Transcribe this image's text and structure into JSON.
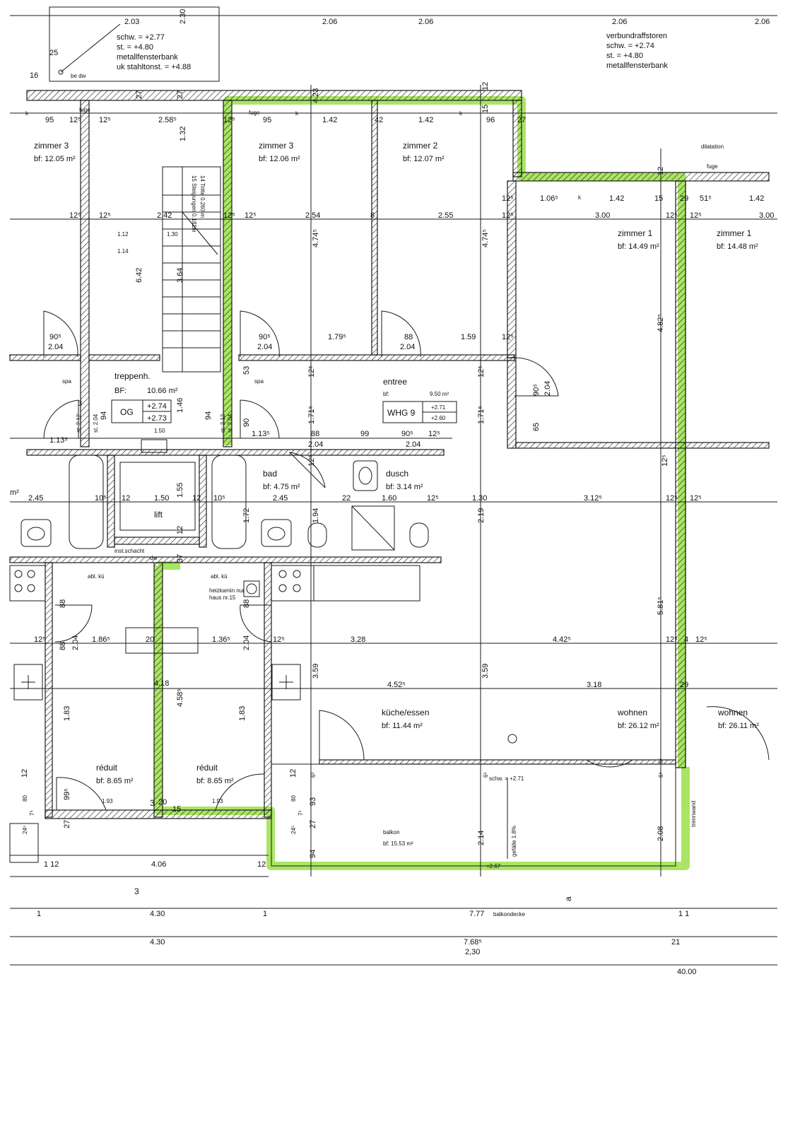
{
  "colors": {
    "ink": "#1a1a1a",
    "highlight": "#9be04a",
    "paper": "#ffffff"
  },
  "top_note_left": {
    "dim_a": "2.03",
    "line1": "schw. = +2.77",
    "line2": "st.      = +4.80",
    "line3": "metallfensterbank",
    "line4": "uk stahltonst. = +4.88",
    "dim_25": "25",
    "dim_16": "16",
    "bedw": "be dw"
  },
  "top_note_right": {
    "dim": "2.06",
    "line1": "verbundraffstoren",
    "line2": "schw. = +2.74",
    "line3": "st.      = +4.80",
    "line4": "metallfensterbank"
  },
  "top_dims": {
    "d206a": "2.06",
    "d206b": "2.06",
    "d206c": "2.06",
    "d230": "2.30",
    "d27a": "27",
    "d27b": "27",
    "d423": "4.23",
    "d12a": "12",
    "d15": "15",
    "d12b": "12"
  },
  "row_dims": {
    "k1": "k",
    "d95a": "95",
    "d125a": "12⁵",
    "d125b": "12⁵",
    "d258": "2.58⁵",
    "d125c": "12⁵",
    "d95b": "95",
    "k2": "k",
    "d142a": "1.42",
    "d42": "42",
    "d142b": "1.42",
    "k3": "k",
    "d96": "96",
    "d27c": "27",
    "fuge1": "fuge",
    "fuge2": "fuge",
    "d132": "1.32",
    "dilatation": "dilatation",
    "fuge3": "fuge"
  },
  "rooms": {
    "zimmer3_left": {
      "name": "zimmer 3",
      "area": "bf: 12.05 m²"
    },
    "zimmer3": {
      "name": "zimmer 3",
      "area": "bf: 12.06 m²"
    },
    "zimmer2": {
      "name": "zimmer 2",
      "area": "bf: 12.07 m²"
    },
    "zimmer1": {
      "name": "zimmer 1",
      "area": "bf: 14.49 m²"
    },
    "zimmer1_right": {
      "name": "zimmer 1",
      "area": "bf: 14.48 m²"
    },
    "treppenh": {
      "name": "treppenh.",
      "area_label": "BF:",
      "area": "10.66 m²",
      "og": "OG",
      "lvl1": "+2.74",
      "lvl2": "+2.73"
    },
    "entree": {
      "name": "entree",
      "area_label": "bf:",
      "area": "9.50 m²",
      "whg": "WHG 9",
      "lvl1": "+2.71",
      "lvl2": "+2.60"
    },
    "bad": {
      "name": "bad",
      "area": "bf: 4.75 m²"
    },
    "dusch": {
      "name": "dusch",
      "area": "bf: 3.14 m²"
    },
    "lift": {
      "name": "lift"
    },
    "inst": {
      "name": "inst.schacht"
    },
    "kueche": {
      "name": "küche/essen",
      "area": "bf:  11.44 m²"
    },
    "wohnen": {
      "name": "wohnen",
      "area": "bf: 26.12 m²"
    },
    "wohnen_right": {
      "name": "wohnen",
      "area": "bf: 26.11 m²"
    },
    "reduit_left": {
      "name": "réduit",
      "area": "bf: 8.65 m²"
    },
    "reduit": {
      "name": "réduit",
      "area": "bf: 8.65 m²"
    },
    "balkon": {
      "name": "balkon",
      "area": "bf: 15.53 m²"
    }
  },
  "dims_mid": {
    "d125_1": "12⁵",
    "d125_2": "12⁵",
    "d242": "2.42",
    "d125_3": "12⁵",
    "d125_4": "12⁵",
    "d254": "2.54",
    "d8": "8",
    "d255": "2.55",
    "d125_5": "12⁵",
    "d106": "1.06⁵",
    "k4": "k",
    "d142c": "1.42",
    "d15b": "15",
    "d29": "29",
    "d515": "51⁵",
    "d142d": "1.42",
    "d125_6": "12⁵",
    "d300": "3.00",
    "d125_7": "12⁵",
    "d125_8": "12⁵",
    "d300b": "3.00",
    "d125_r": "12⁵",
    "d125_s": "12⁵",
    "d474a": "4.74⁵",
    "d474b": "4.74⁵",
    "d642": "6.42",
    "d364": "3.64",
    "d482": "4.82⁵",
    "d112": "1.12",
    "d114": "1.14",
    "d130": "1.30",
    "stairs_a": "15 Steigungen 0.181m",
    "stairs_b": "14 Tritte 0.260 m",
    "d905a": "90⁵",
    "d204a": "2.04",
    "d905b": "90⁵",
    "d204b": "2.04",
    "d1795": "1.79⁵",
    "d88a": "88",
    "d204c": "2.04",
    "d159": "1.59",
    "d125_9": "12⁵",
    "d905c": "90⁵",
    "d204d": "2.04",
    "d65": "65",
    "d125_10": "12⁵",
    "d125_11": "12⁵",
    "d171a": "1.71⁵",
    "d171b": "1.71⁵",
    "d1135a": "1.13⁵",
    "d1135b": "1.13⁵",
    "d88b": "88",
    "d204e": "2.04",
    "d99": "99",
    "d905d": "90⁵",
    "d204f": "2.04",
    "d125_12": "12⁵",
    "st212a": "st. 2.12",
    "st204a": "st. 2.04",
    "st212b": "st. 2.12",
    "st204b": "st. 2.04",
    "d3": "3",
    "d94a": "94",
    "d94b": "94",
    "d90": "90",
    "d146": "1.46",
    "d53": "53",
    "d150": "1.50",
    "spa1": "spa",
    "spa2": "spa"
  },
  "dims_wet": {
    "m2": "m²",
    "d245a": "2.45",
    "d105a": "10⁵",
    "d12c": "12",
    "d150b": "1.50",
    "d155": "1.55",
    "d12d": "12",
    "d105b": "10⁵",
    "d245b": "2.45",
    "d22": "22",
    "d160": "1.60",
    "d125_13": "12⁵",
    "d130b": "1.30",
    "d3125": "3.12⁵",
    "d125_14": "12⁵",
    "d125_15": "12⁵",
    "d172": "1.72",
    "d194": "1.94",
    "d219": "2.19",
    "d12e": "12",
    "d37": "37",
    "abl1": "abl. kü",
    "abl2": "abl. kü",
    "heiz1": "heizkamin nur",
    "heiz2": "haus nr.15",
    "dw": "dw"
  },
  "dims_low": {
    "d88c": "88",
    "d88d": "88",
    "d125_16": "12⁵",
    "d88e": "88",
    "d204g": "2.04",
    "d186": "1.86⁵",
    "d20": "20",
    "d136": "1.36⁵",
    "d204h": "2.04",
    "d125_17": "12⁵",
    "d328": "3.28",
    "d4425": "4.42⁵",
    "d125_18": "12⁵",
    "d4": "4",
    "d125_19": "12⁵",
    "d359a": "3.59",
    "d359b": "3.59",
    "d4525": "4.52⁵",
    "d318": "3.18",
    "d29b": "29",
    "d581": "5.81⁵",
    "d418": "4.18",
    "d458": "4.58⁵",
    "d183a": "1.83",
    "d183b": "1.83",
    "d995": "99⁵",
    "d193a": "1.93",
    "d193b": "1.93",
    "d15c": "15",
    "d20b": "20",
    "d65b": "6⁵",
    "d65c": "6⁵",
    "d65d": "6⁵",
    "d65e": "6⁵",
    "d80a": "80",
    "d80b": "80",
    "d93": "93",
    "d27d": "27",
    "d27e": "27",
    "d94c": "94",
    "d214": "2.14",
    "d208": "2.08",
    "d245c": "24⁵",
    "d245d": "24⁵",
    "d75a": "7⁵",
    "d75b": "7⁵",
    "d12f": "12",
    "d12g": "12",
    "schw": "schw. = +2.71",
    "gefaelle": "gefälle 1.8%",
    "lvl267": "+2.67",
    "trennwand": "trennwand",
    "sec3a": "3",
    "sec3b": "3",
    "seca": "a"
  },
  "bottom_dims": {
    "d112": "1 12",
    "d406": "4.06",
    "d12": "12",
    "d1a": "1",
    "d430a": "4.30",
    "d1b": "1",
    "d777": "7.77",
    "balkondecke": "balkondecke",
    "d11": "1  1",
    "d430b": "4.30",
    "d768": "7.68⁵",
    "d21": "21",
    "d230": "2,30",
    "d4000": "40.00"
  }
}
